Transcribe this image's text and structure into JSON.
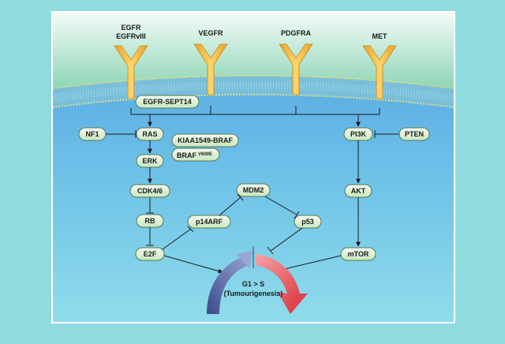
{
  "receptors": [
    {
      "id": "egfr",
      "label": "EGFR",
      "label2": "EGFRvIII"
    },
    {
      "id": "vegfr",
      "label": "VEGFR"
    },
    {
      "id": "pdgfra",
      "label": "PDGFRA"
    },
    {
      "id": "met",
      "label": "MET"
    }
  ],
  "nodes": {
    "egfr_sept14": "EGFR-SEPT14",
    "nf1": "NF1",
    "ras": "RAS",
    "kiaa1549_braf": "KIAA1549-BRAF",
    "braf_v600e": "BRAF",
    "braf_v600e_sup": "V600E",
    "erk": "ERK",
    "cdk46": "CDK4/6",
    "rb": "RB",
    "e2f": "E2F",
    "p14arf": "p14ARF",
    "mdm2": "MDM2",
    "p53": "p53",
    "pi3k": "PI3K",
    "pten": "PTEN",
    "akt": "AKT",
    "mtor": "mTOR"
  },
  "cell_cycle": {
    "line1": "G1 > S",
    "line2": "(Tumourigenesis)"
  },
  "colors": {
    "background": "#8fdbe0",
    "panel_outside": "#dff3ee",
    "membrane": "#7ec8dc",
    "cytoplasm": "#5fb3e3",
    "receptor": "#f1b53a",
    "node_fill": "#dff2d6",
    "node_stroke": "#557a55",
    "arrow_blue": "#5b6fb3",
    "arrow_red": "#e0434b"
  }
}
